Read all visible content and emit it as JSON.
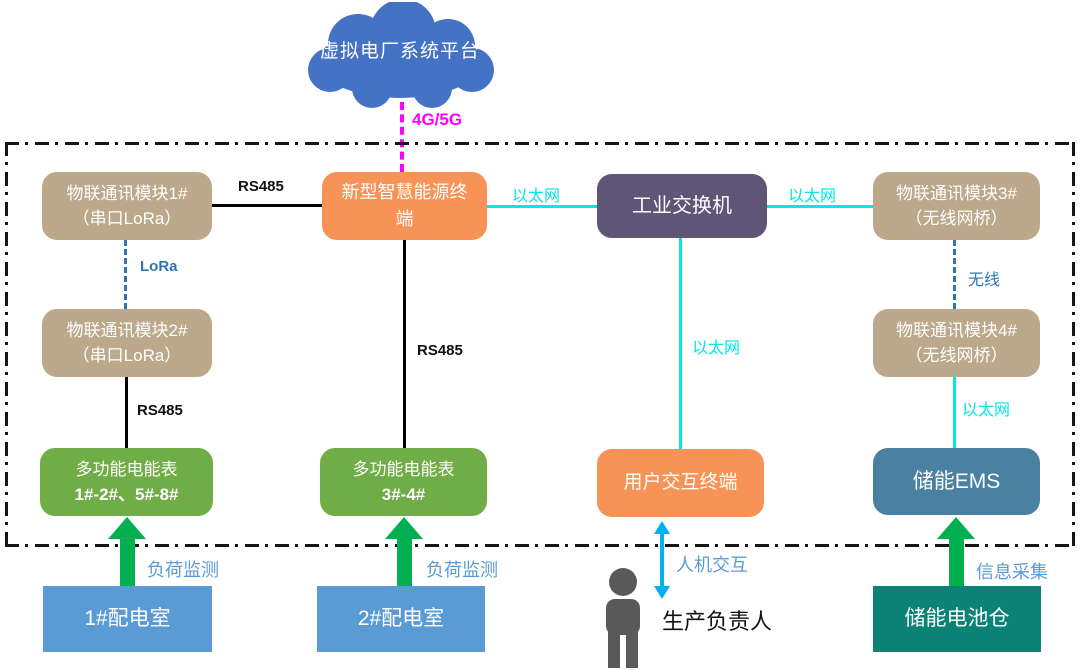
{
  "cloud": {
    "label": "虚拟电厂系统平台"
  },
  "links": {
    "cloud": "4G/5G",
    "rs485": "RS485",
    "ethernet": "以太网",
    "lora": "LoRa",
    "wireless": "无线",
    "load_monitor": "负荷监测",
    "hmi": "人机交互",
    "info_collect": "信息采集"
  },
  "nodes": {
    "module1": {
      "line1": "物联通讯模块1#",
      "line2": "（串口LoRa）"
    },
    "module2": {
      "line1": "物联通讯模块2#",
      "line2": "（串口LoRa）"
    },
    "module3": {
      "line1": "物联通讯模块3#",
      "line2": "（无线网桥）"
    },
    "module4": {
      "line1": "物联通讯模块4#",
      "line2": "（无线网桥）"
    },
    "energy_terminal": {
      "label": "新型智慧能源终端"
    },
    "switch": {
      "label": "工业交换机"
    },
    "meter1": {
      "line1": "多功能电能表",
      "line2": "1#-2#、5#-8#"
    },
    "meter2": {
      "line1": "多功能电能表",
      "line2": "3#-4#"
    },
    "user_terminal": {
      "label": "用户交互终端"
    },
    "ems": {
      "label": "储能EMS"
    },
    "room1": {
      "label": "1#配电室"
    },
    "room2": {
      "label": "2#配电室"
    },
    "battery": {
      "label": "储能电池仓"
    },
    "person": {
      "label": "生产负责人"
    }
  },
  "colors": {
    "cloud": "#4472C4",
    "tan": "#BCA88B",
    "orange": "#F79356",
    "purple": "#5E5577",
    "green": "#70AD47",
    "steel_blue": "#4A80A0",
    "room_blue": "#5B9BD5",
    "battery_teal": "#0C8276",
    "arrow_green": "#00B050",
    "hmi_arrow_blue": "#00B0F0",
    "ethernet_cyan": "#00E8E8",
    "link_magenta": "#FF00FF",
    "lora_blue": "#2E75B6",
    "person_gray": "#595959"
  }
}
